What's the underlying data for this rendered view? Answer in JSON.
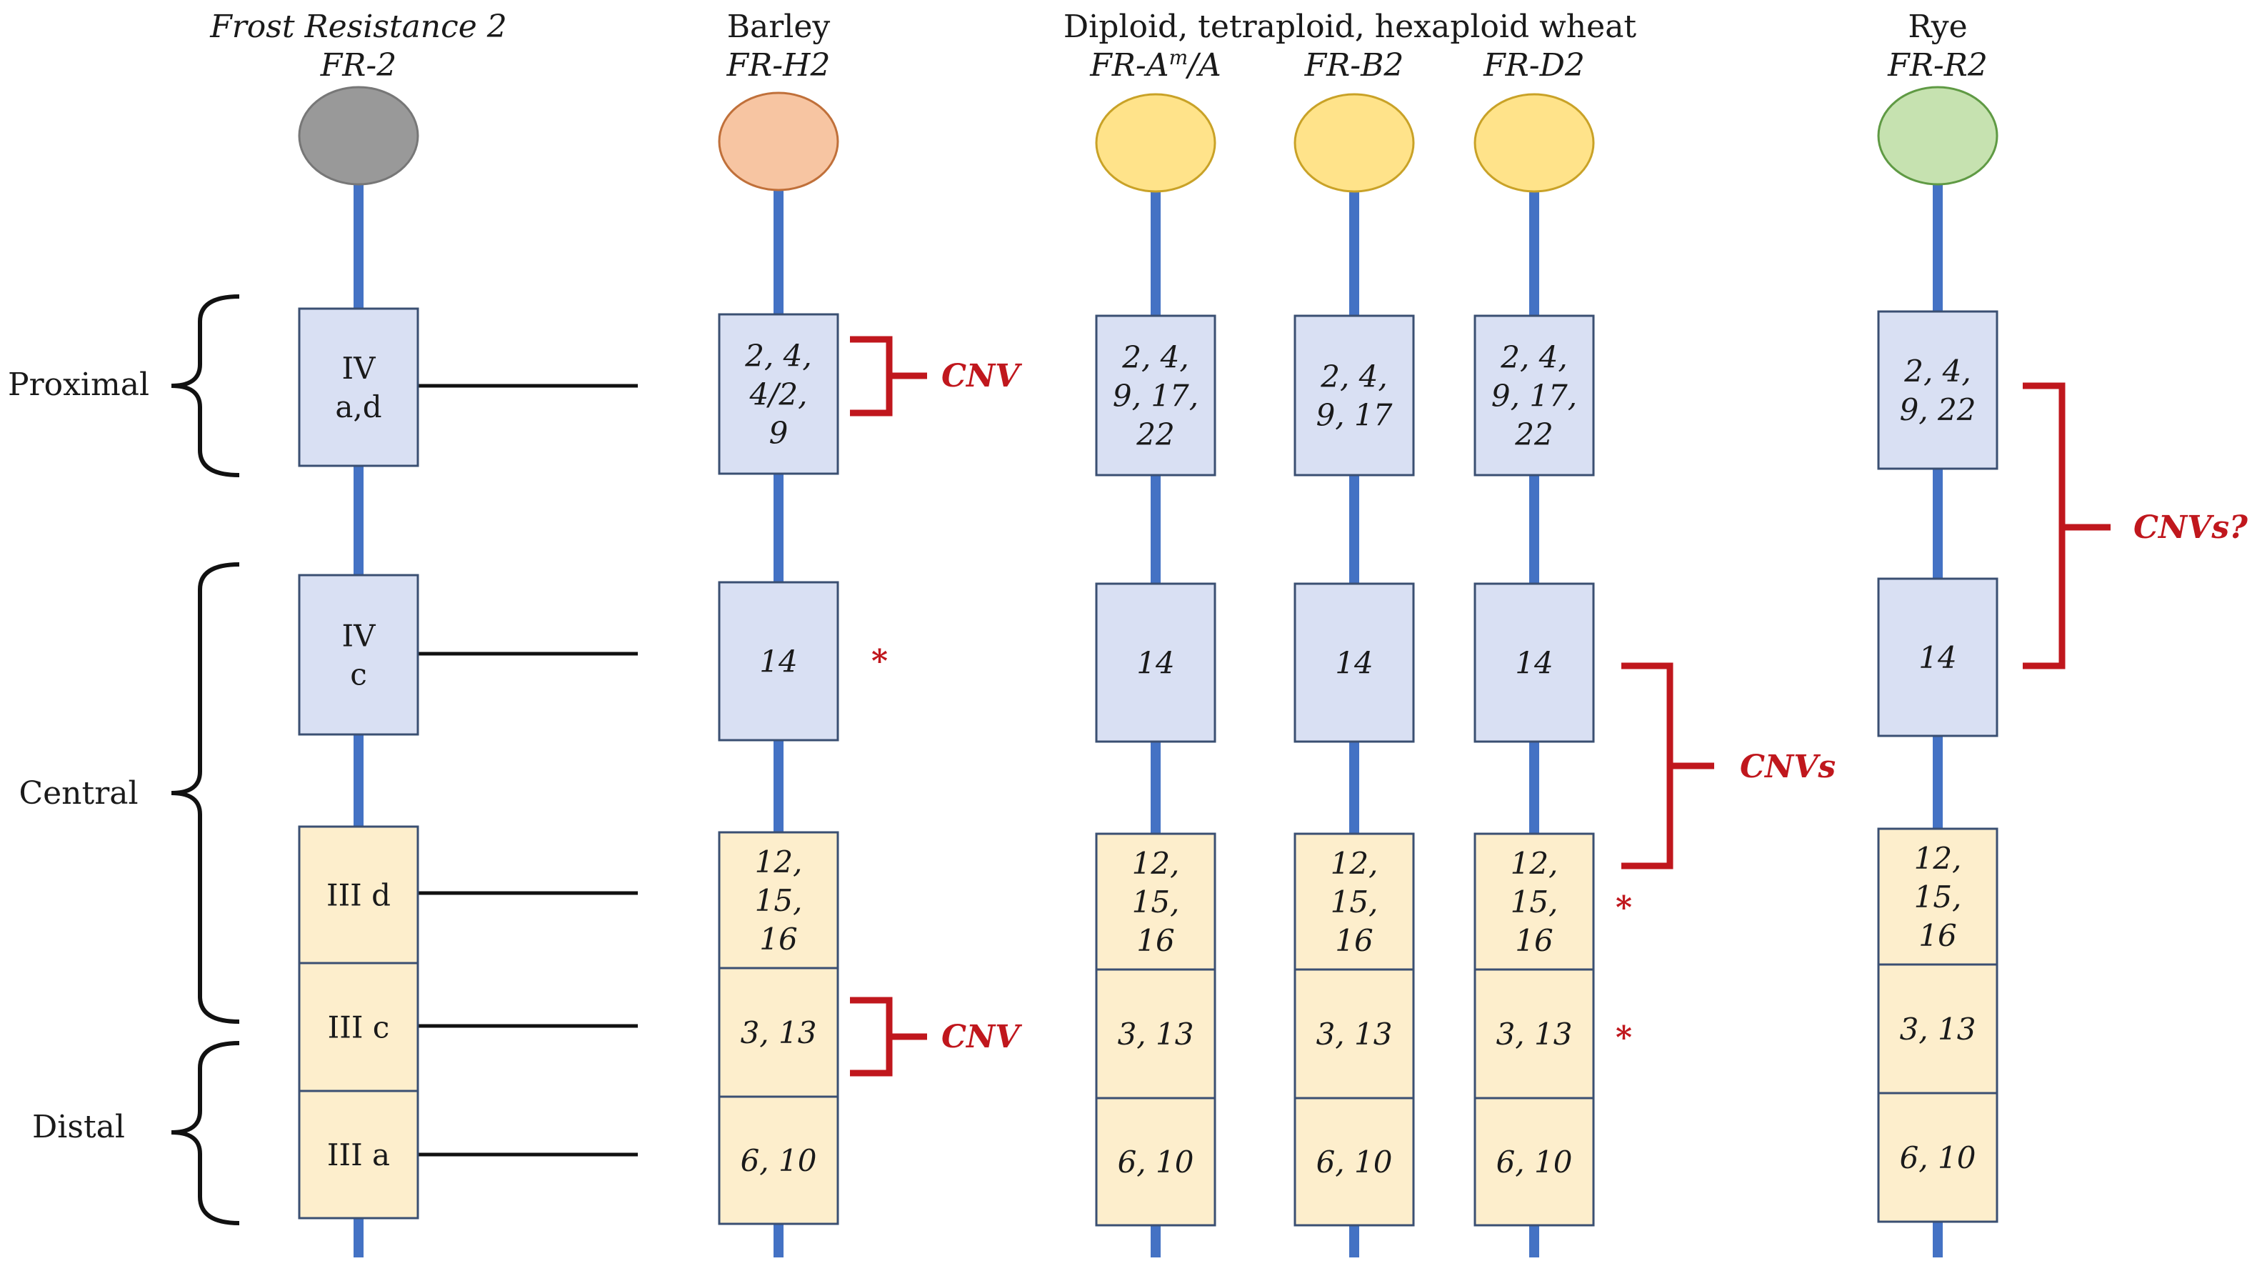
{
  "colors": {
    "chromosome_line": "#4472c4",
    "box_blue_fill": "#d9e0f3",
    "box_tan_fill": "#fdeecc",
    "box_stroke": "#3a4f72",
    "cnv_red": "#c0171d",
    "centromere_gray": "#999999",
    "centromere_barley": "#f7c5a2",
    "centromere_wheat": "#ffe38a",
    "centromere_rye": "#c6e2b0"
  },
  "headers": {
    "fr2_title": "Frost Resistance 2",
    "fr2_sub": "FR-2",
    "barley_title": "Barley",
    "barley_sub": "FR-H2",
    "wheat_title": "Diploid, tetraploid, hexaploid wheat",
    "wheat_a_sub": "FR-Am/A",
    "wheat_b_sub": "FR-B2",
    "wheat_d_sub": "FR-D2",
    "rye_title": "Rye",
    "rye_sub": "FR-R2"
  },
  "regions": {
    "proximal": "Proximal",
    "central": "Central",
    "distal": "Distal"
  },
  "fr2_boxes": [
    {
      "lines": [
        "IV",
        "a,d"
      ],
      "color": "blue"
    },
    {
      "lines": [
        "IV",
        "c"
      ],
      "color": "blue"
    },
    {
      "lines": [
        "III d"
      ],
      "color": "tan"
    },
    {
      "lines": [
        "III c"
      ],
      "color": "tan"
    },
    {
      "lines": [
        "III a"
      ],
      "color": "tan"
    }
  ],
  "barley_boxes": [
    {
      "lines": [
        "2, 4,",
        "4/2,",
        "9"
      ],
      "color": "blue"
    },
    {
      "lines": [
        "14"
      ],
      "color": "blue"
    },
    {
      "lines": [
        "12,",
        "15,",
        "16"
      ],
      "color": "tan"
    },
    {
      "lines": [
        "3, 13"
      ],
      "color": "tan"
    },
    {
      "lines": [
        "6, 10"
      ],
      "color": "tan"
    }
  ],
  "wheat_a_boxes": [
    {
      "lines": [
        "2, 4,",
        "9, 17,",
        "22"
      ],
      "color": "blue"
    },
    {
      "lines": [
        "14"
      ],
      "color": "blue"
    },
    {
      "lines": [
        "12,",
        "15,",
        "16"
      ],
      "color": "tan"
    },
    {
      "lines": [
        "3, 13"
      ],
      "color": "tan"
    },
    {
      "lines": [
        "6, 10"
      ],
      "color": "tan"
    }
  ],
  "wheat_b_boxes": [
    {
      "lines": [
        "2, 4,",
        "9, 17"
      ],
      "color": "blue"
    },
    {
      "lines": [
        "14"
      ],
      "color": "blue"
    },
    {
      "lines": [
        "12,",
        "15,",
        "16"
      ],
      "color": "tan"
    },
    {
      "lines": [
        "3, 13"
      ],
      "color": "tan"
    },
    {
      "lines": [
        "6, 10"
      ],
      "color": "tan"
    }
  ],
  "wheat_d_boxes": [
    {
      "lines": [
        "2, 4,",
        "9, 17,",
        "22"
      ],
      "color": "blue"
    },
    {
      "lines": [
        "14"
      ],
      "color": "blue"
    },
    {
      "lines": [
        "12,",
        "15,",
        "16"
      ],
      "color": "tan"
    },
    {
      "lines": [
        "3, 13"
      ],
      "color": "tan"
    },
    {
      "lines": [
        "6, 10"
      ],
      "color": "tan"
    }
  ],
  "rye_boxes": [
    {
      "lines": [
        "2, 4,",
        "9, 22"
      ],
      "color": "blue"
    },
    {
      "lines": [
        "14"
      ],
      "color": "blue"
    },
    {
      "lines": [
        "12,",
        "15,",
        "16"
      ],
      "color": "tan"
    },
    {
      "lines": [
        "3, 13"
      ],
      "color": "tan"
    },
    {
      "lines": [
        "6, 10"
      ],
      "color": "tan"
    }
  ],
  "annotations": {
    "cnv_barley_top": "CNV",
    "cnv_barley_bottom": "CNV",
    "cnvs_wheat": "CNVs",
    "cnvs_rye": "CNVs?",
    "star": "*"
  }
}
